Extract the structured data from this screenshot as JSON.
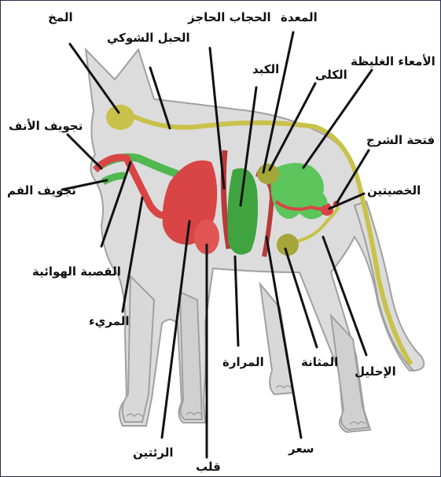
{
  "labels": {
    "brain": "المخ",
    "spinal_cord": "الحبل الشوكي",
    "diaphragm": "الحجاب الحاجز",
    "stomach": "المعدة",
    "liver": "الكبد",
    "kidneys": "الكلى",
    "large_intestine": "الأمعاء الغليظة",
    "nasal_cavity": "تجويف الأنف",
    "anus": "فتحة الشرج",
    "mouth_cavity": "تجويف الفم",
    "testes": "الخصيتين",
    "trachea": "القصبة الهوائية",
    "esophagus": "المريء",
    "gallbladder": "المرارة",
    "bladder": "المثانة",
    "urethra": "الإحليل",
    "lungs": "الرئتين",
    "heart": "قلب",
    "umbilicus": "سعر"
  },
  "colors": {
    "body_fill": "#dcdcdc",
    "body_stroke": "#a0a0a0",
    "nerve": "#c8c24a",
    "red_organ": "#d94545",
    "green_organ": "#4fb84f",
    "leader_line": "#111111"
  }
}
